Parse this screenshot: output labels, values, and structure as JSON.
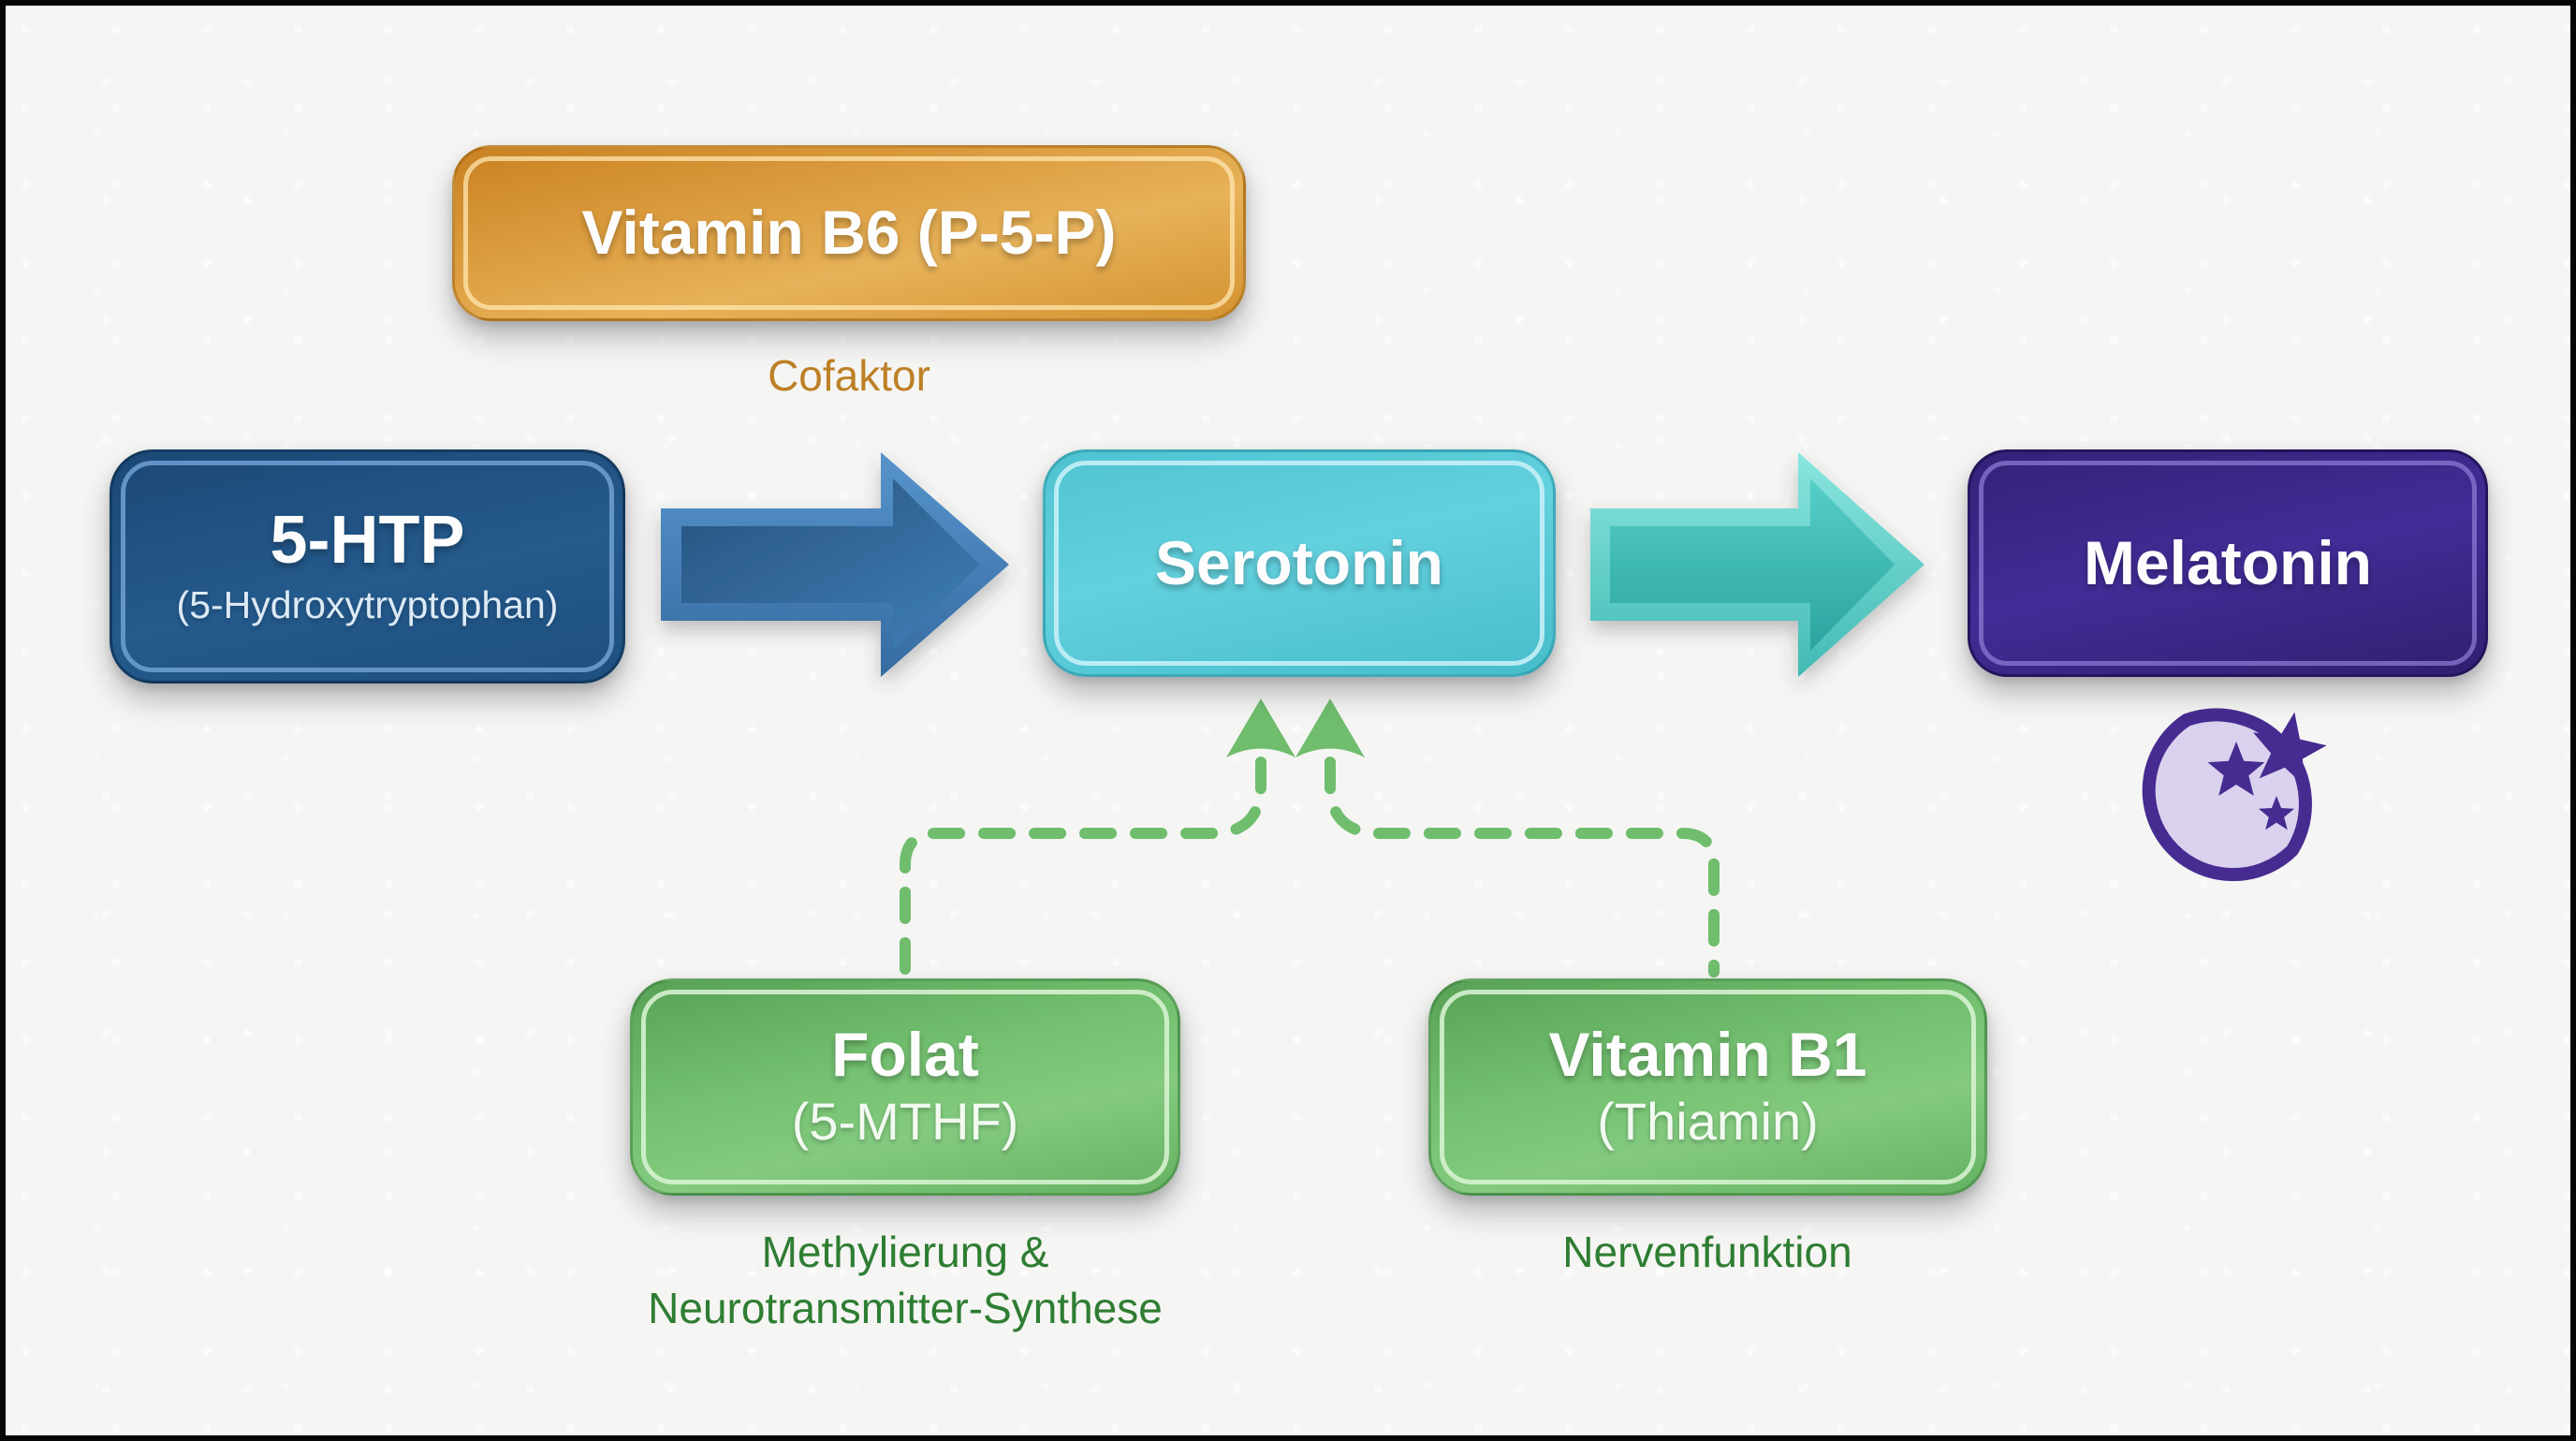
{
  "diagram": {
    "type": "pathway-flowchart",
    "background_color": "#f5f5f3",
    "nodes": {
      "vitamin_b6": {
        "label": "Vitamin B6 (P-5-P)",
        "annotation": "Cofaktor",
        "color": "#dda344",
        "annotation_color": "#bd8026"
      },
      "five_htp": {
        "label": "5-HTP",
        "sublabel": "(5-Hydroxytryptophan)",
        "color": "#204f80"
      },
      "serotonin": {
        "label": "Serotonin",
        "color": "#54c7d4"
      },
      "melatonin": {
        "label": "Melatonin",
        "color": "#3b2487",
        "icon": "moon-stars-icon",
        "icon_color": "#462b90",
        "icon_fill": "#d9d1ee"
      },
      "folat": {
        "label": "Folat",
        "sublabel": "(5-MTHF)",
        "annotation": "Methylierung &\nNeurotransmitter-Synthese",
        "color": "#6db96a",
        "annotation_color": "#2e7d32"
      },
      "vitamin_b1": {
        "label": "Vitamin B1",
        "sublabel": "(Thiamin)",
        "annotation": "Nervenfunktion",
        "color": "#6db96a",
        "annotation_color": "#2e7d32"
      }
    },
    "connectors": {
      "htp_to_serotonin": {
        "style": "block-arrow",
        "color": "#3c78b0"
      },
      "serotonin_to_melatonin": {
        "style": "block-arrow",
        "color": "#4cc4bd"
      },
      "folat_to_serotonin": {
        "style": "dashed-arrow",
        "color": "#6fbd6d"
      },
      "b1_to_serotonin": {
        "style": "dashed-arrow",
        "color": "#6fbd6d"
      }
    }
  }
}
